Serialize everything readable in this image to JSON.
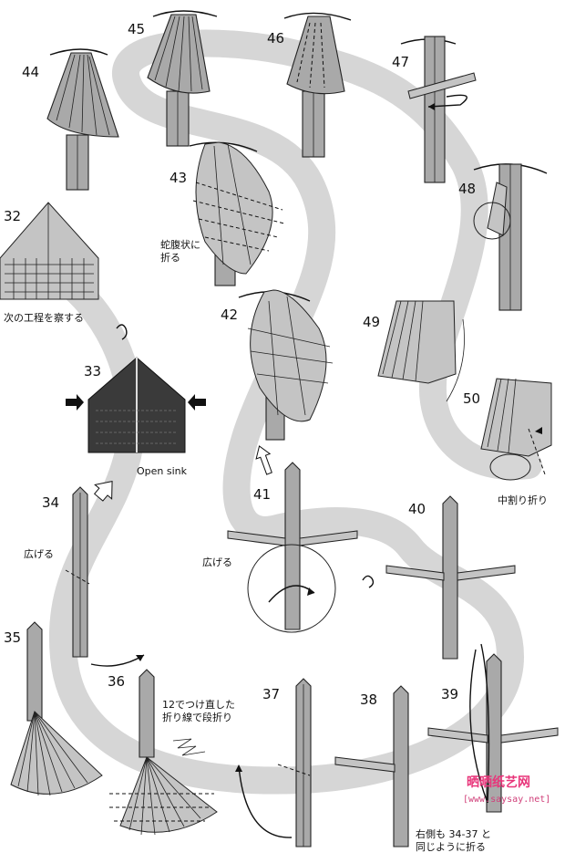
{
  "steps": [
    {
      "n": "32",
      "label": "次の工程を察する"
    },
    {
      "n": "33",
      "label": "Open sink"
    },
    {
      "n": "34",
      "label": "広げる"
    },
    {
      "n": "35",
      "label": ""
    },
    {
      "n": "36",
      "label": "12でつけ直した\n折り線で段折り"
    },
    {
      "n": "37",
      "label": ""
    },
    {
      "n": "38",
      "label": ""
    },
    {
      "n": "39",
      "label": "右側も 34-37 と\n同じように折る"
    },
    {
      "n": "40",
      "label": ""
    },
    {
      "n": "41",
      "label": "広げる"
    },
    {
      "n": "42",
      "label": ""
    },
    {
      "n": "43",
      "label": "蛇腹状に\n折る"
    },
    {
      "n": "44",
      "label": ""
    },
    {
      "n": "45",
      "label": ""
    },
    {
      "n": "46",
      "label": ""
    },
    {
      "n": "47",
      "label": ""
    },
    {
      "n": "48",
      "label": ""
    },
    {
      "n": "49",
      "label": ""
    },
    {
      "n": "50",
      "label": "中割り折り"
    }
  ],
  "watermark": {
    "name": "晒晒纸艺网",
    "url": "[www.saysay.net]"
  },
  "colors": {
    "path_band": "#d6d6d6",
    "paper": "#a9a9a9",
    "dark_model": "#3a3a3a",
    "watermark": "#e8357a"
  },
  "icons": [
    "turn-over-icon",
    "push-arrow-icon",
    "curved-arrow-icon"
  ]
}
